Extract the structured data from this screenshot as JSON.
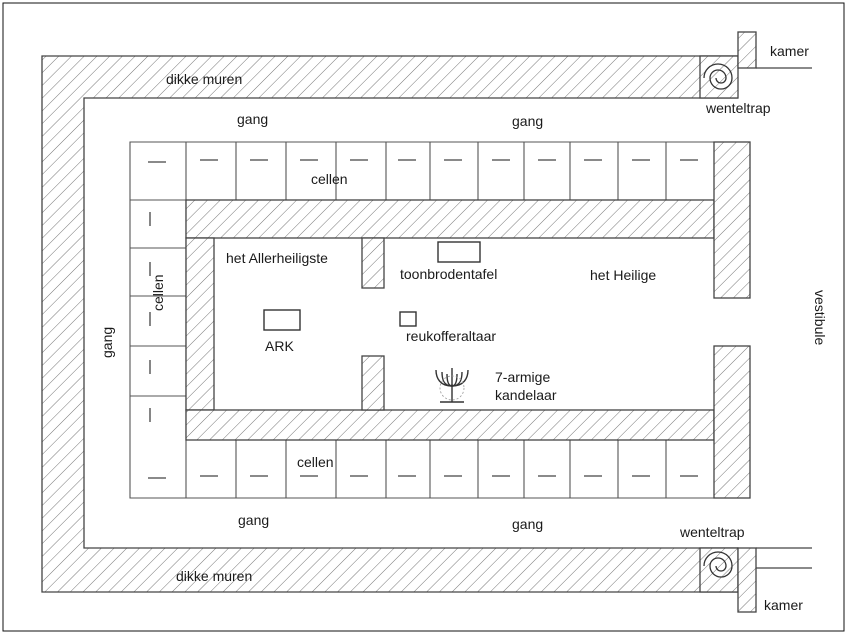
{
  "labels": {
    "kamer_top": "kamer",
    "kamer_bottom": "kamer",
    "wenteltrap_top": "wenteltrap",
    "wenteltrap_bottom": "wenteltrap",
    "dikke_muren_top": "dikke muren",
    "dikke_muren_bottom": "dikke muren",
    "gang_top_left": "gang",
    "gang_top_right": "gang",
    "gang_bottom_left": "gang",
    "gang_bottom_right": "gang",
    "gang_left": "gang",
    "cellen_top": "cellen",
    "cellen_bottom": "cellen",
    "cellen_left": "cellen",
    "allerheiligste": "het Allerheiligste",
    "heilige": "het Heilige",
    "toonbrodentafel": "toonbrodentafel",
    "ark": "ARK",
    "reukofferaltaar": "reukofferaltaar",
    "kandelaar_line1": "7-armige",
    "kandelaar_line2": "kandelaar",
    "vestibule": "vestibule"
  },
  "icons": {
    "staircase": "spiral-staircase-icon",
    "menorah": "menorah-icon"
  }
}
